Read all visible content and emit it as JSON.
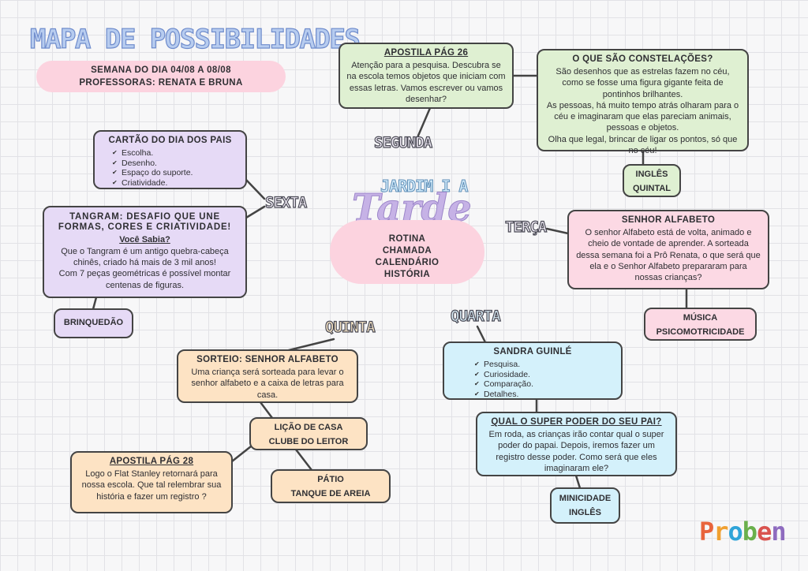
{
  "header": {
    "title": "MAPA DE POSSIBILIDADES",
    "week": "SEMANA DO DIA 04/08 A 08/08",
    "teachers": "PROFESSORAS: RENATA E BRUNA"
  },
  "center": {
    "class_name": "JARDIM I A",
    "shift": "Tarde",
    "routine": [
      "ROTINA",
      "CHAMADA",
      "CALENDÁRIO",
      "HISTÓRIA"
    ]
  },
  "days": {
    "segunda": "SEGUNDA",
    "terca": "TERÇA",
    "quarta": "QUARTA",
    "quinta": "QUINTA",
    "sexta": "SEXTA"
  },
  "segunda": {
    "apostila": {
      "title": "APOSTILA PÁG 26",
      "text": "Atenção para a pesquisa. Descubra se na escola temos objetos que iniciam com essas letras. Vamos escrever ou vamos desenhar?"
    },
    "constelacoes": {
      "title": "O QUE SÃO CONSTELAÇÕES?",
      "text1": "São desenhos que as estrelas fazem no céu, como se fosse uma figura gigante feita de pontinhos brilhantes.",
      "text2": "As pessoas, há muito tempo atrás olharam para o céu e imaginaram que elas pareciam animais, pessoas e objetos.",
      "text3": "Olha que legal, brincar de ligar os pontos, só que no céu!"
    },
    "extras": [
      "INGLÊS",
      "QUINTAL"
    ]
  },
  "terca": {
    "alfabeto": {
      "title": "SENHOR ALFABETO",
      "text": "O senhor Alfabeto está de volta, animado e cheio de vontade de aprender. A sorteada dessa semana foi a Prô Renata, o que será que ela e o Senhor Alfabeto prepararam para nossas crianças?"
    },
    "extras": [
      "MÚSICA",
      "PSICOMOTRICIDADE"
    ]
  },
  "quarta": {
    "sandra": {
      "title": "SANDRA GUINLÉ",
      "items": [
        "Pesquisa.",
        "Curiosidade.",
        "Comparação.",
        "Detalhes."
      ]
    },
    "super_poder": {
      "title": "QUAL O SUPER PODER DO SEU PAI?",
      "text": "Em roda, as crianças irão contar qual o super poder do papai. Depois, iremos fazer um registro desse poder. Como será que eles imaginaram ele?"
    },
    "extras": [
      "MINICIDADE",
      "INGLÊS"
    ]
  },
  "quinta": {
    "sorteio": {
      "title": "SORTEIO: SENHOR ALFABETO",
      "text": "Uma criança será sorteada para levar o senhor alfabeto e a caixa de letras para casa."
    },
    "licao": [
      "LIÇÃO DE CASA",
      "CLUBE DO LEITOR"
    ],
    "apostila": {
      "title": "APOSTILA PÁG 28",
      "text": "Logo o Flat Stanley retornará para nossa escola. Que tal relembrar sua história e fazer um registro ?"
    },
    "patio": [
      "PÁTIO",
      "TANQUE DE AREIA"
    ]
  },
  "sexta": {
    "cartao": {
      "title": "CARTÃO DO DIA DOS PAIS",
      "items": [
        "Escolha.",
        "Desenho.",
        "Espaço do suporte.",
        "Criatividade."
      ]
    },
    "tangram": {
      "title": "TANGRAM: DESAFIO QUE UNE FORMAS, CORES E CRIATIVIDADE!",
      "subtitle": "Você Sabia?",
      "text1": "Que o Tangram é um antigo quebra-cabeça chinês, criado há mais de 3 mil anos!",
      "text2": "Com 7 peças geométricas é possível montar centenas de figuras."
    },
    "extras": [
      "BRINQUEDÃO"
    ]
  },
  "brand": {
    "name": "Proben",
    "letters": [
      "P",
      "r",
      "o",
      "b",
      "e",
      "n"
    ],
    "letter_colors": [
      "#e8643c",
      "#f0a030",
      "#2fa4d8",
      "#6ab04c",
      "#d9534f",
      "#8e6bbf"
    ]
  }
}
